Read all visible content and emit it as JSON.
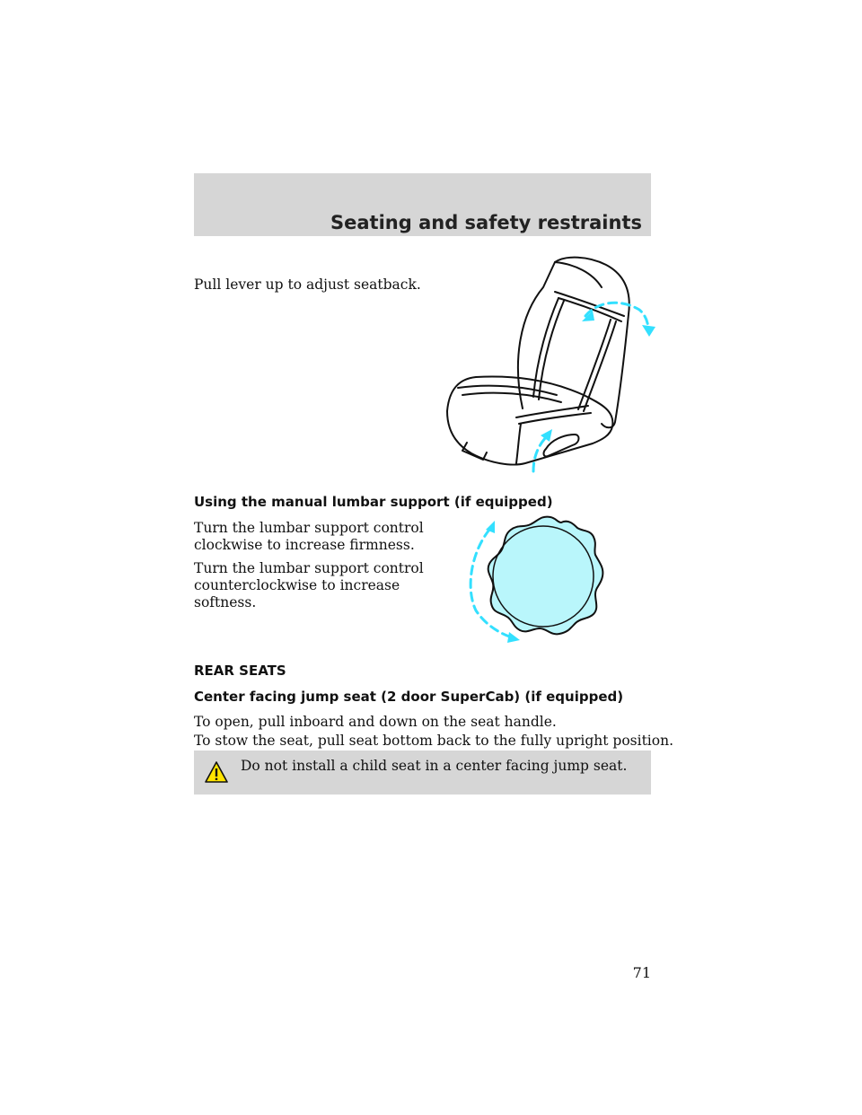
{
  "header": {
    "section_title": "Seating and safety restraints"
  },
  "seatback": {
    "text": "Pull lever up to adjust seatback."
  },
  "lumbar": {
    "heading": "Using the manual lumbar support (if equipped)",
    "para1_line1": "Turn the lumbar support control",
    "para1_line2": "clockwise to increase firmness.",
    "para2_line1": "Turn the lumbar support control",
    "para2_line2": "counterclockwise to increase",
    "para2_line3": "softness."
  },
  "rear_seats": {
    "heading": "REAR SEATS",
    "subheading": "Center facing jump seat (2 door SuperCab) (if equipped)",
    "para1": "To open, pull inboard and down on the seat handle.",
    "para2": "To stow the seat, pull seat bottom back to the fully upright position."
  },
  "warning": {
    "icon": "warning-triangle-icon",
    "text": "Do not install a child seat in a center facing jump seat."
  },
  "page_number": "71",
  "colors": {
    "band_gray": "#d6d6d6",
    "arrow_cyan": "#33e0ff",
    "knob_fill": "#b9f6fb",
    "warning_yellow": "#ffe400"
  }
}
